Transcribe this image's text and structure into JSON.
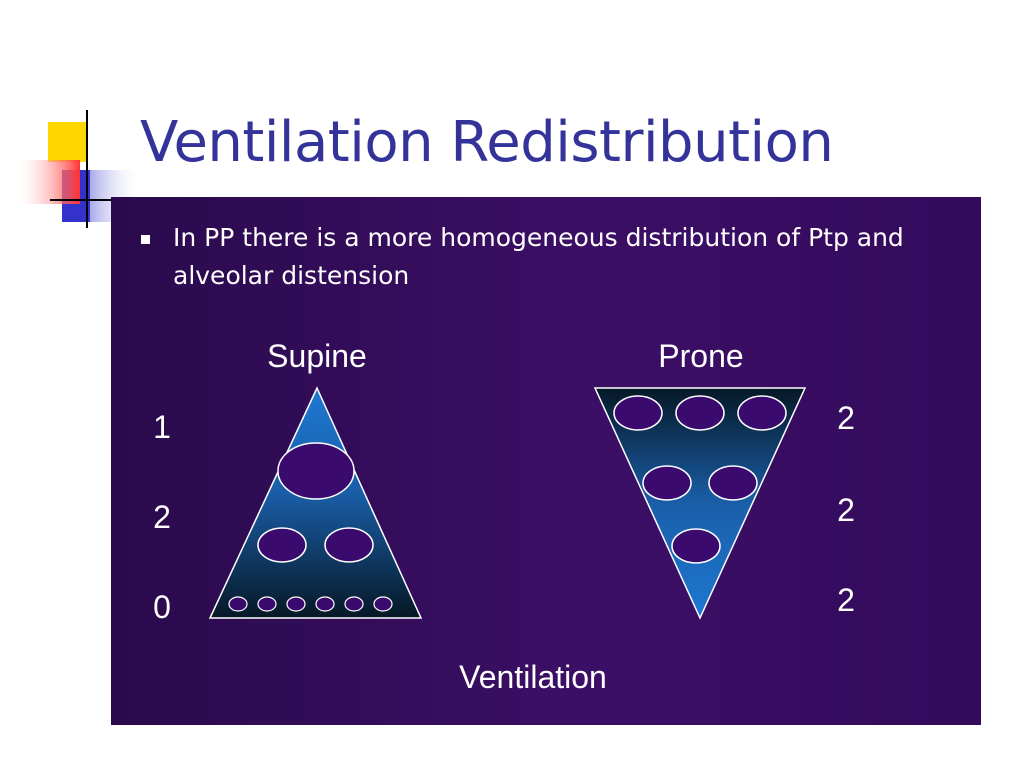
{
  "title": "Ventilation Redistribution",
  "bullet": "In PP there is a more homogeneous distribution of Ptp and alveolar distension",
  "diagram": {
    "supine": {
      "label": "Supine",
      "levels": [
        "1",
        "2",
        "0"
      ]
    },
    "prone": {
      "label": "Prone",
      "levels": [
        "2",
        "2",
        "2"
      ]
    },
    "caption": "Ventilation"
  },
  "colors": {
    "title": "#333399",
    "panel": "#3c0f66",
    "triangle_light": "#1e78d2",
    "triangle_dark": "#061826",
    "alveolus": "#3a0a6e"
  }
}
